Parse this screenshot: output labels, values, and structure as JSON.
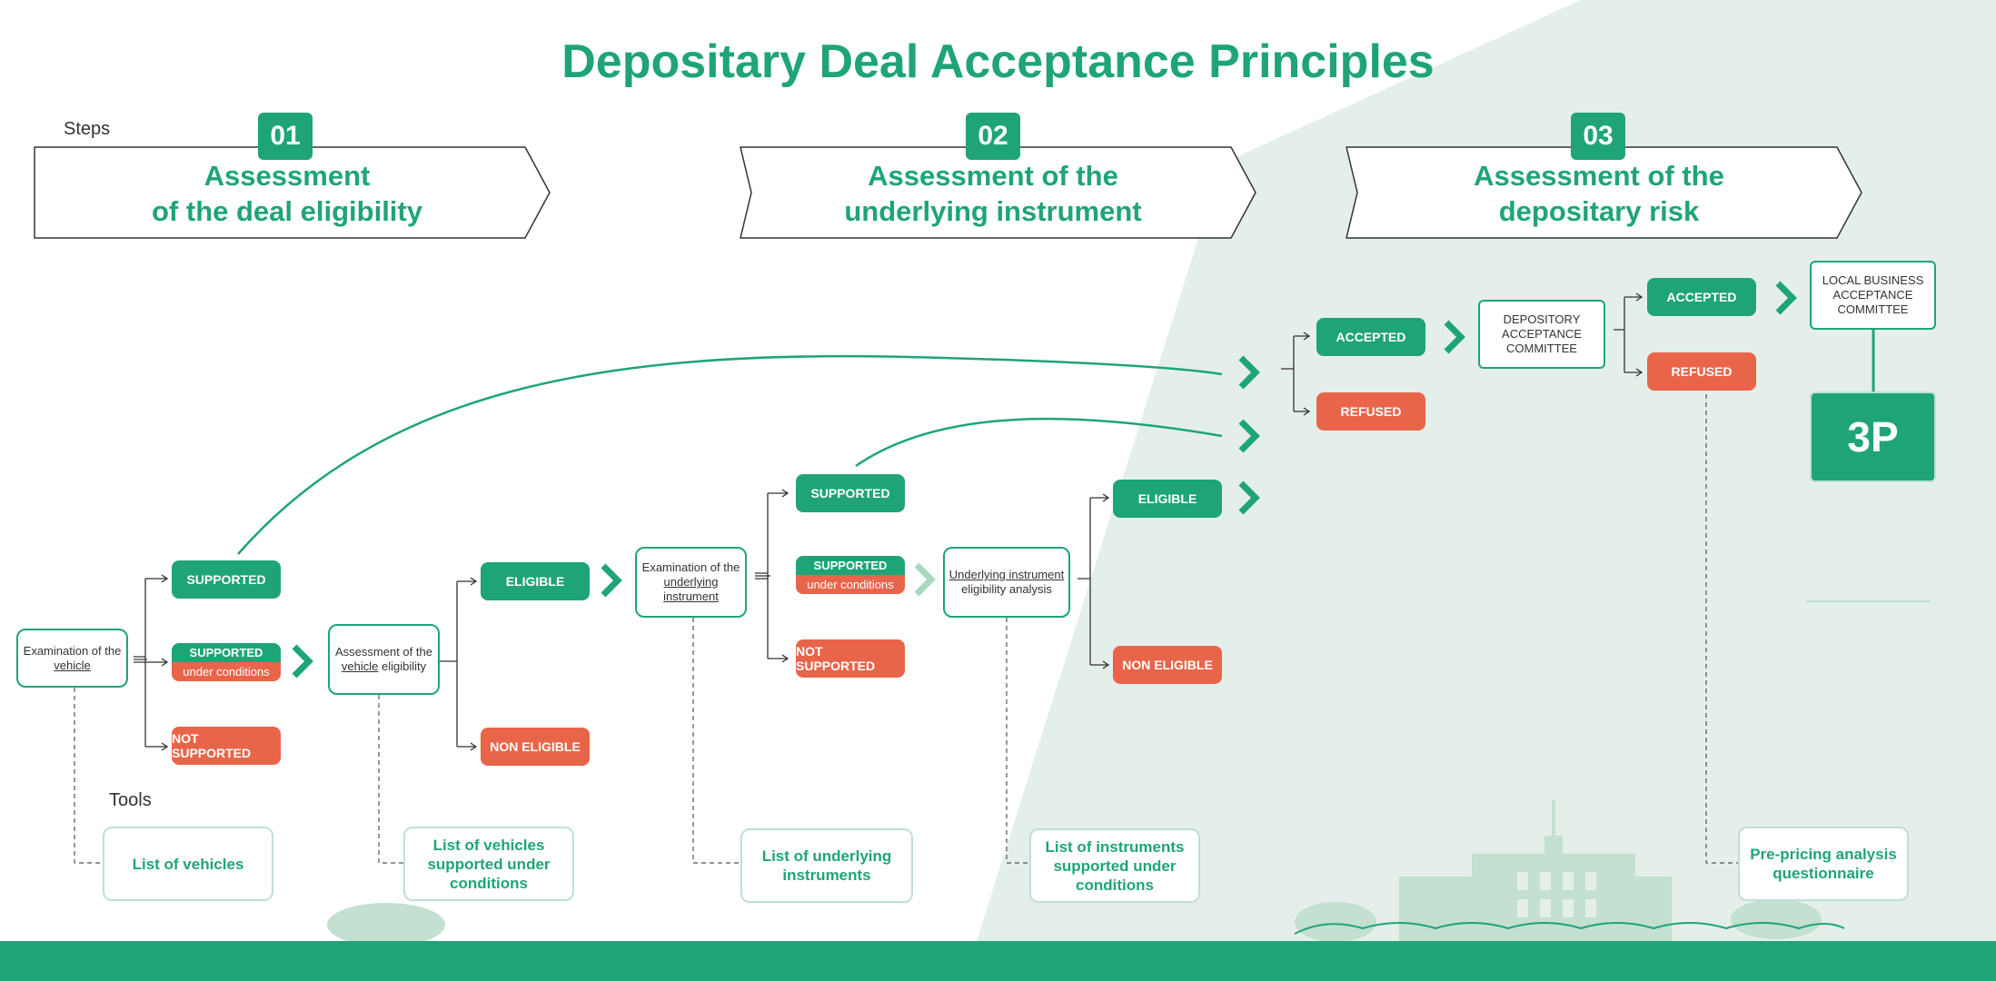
{
  "title": "Depositary Deal Acceptance Principles",
  "labels": {
    "steps": "Steps",
    "tools": "Tools"
  },
  "steps": [
    {
      "num": "01",
      "title": "Assessment\nof the deal eligibility"
    },
    {
      "num": "02",
      "title": "Assessment of the\nunderlying instrument"
    },
    {
      "num": "03",
      "title": "Assessment of the\ndepositary risk"
    }
  ],
  "boxes": {
    "exam_vehicle": {
      "pre": "Examination of the ",
      "link": "vehicle"
    },
    "assess_vehicle": {
      "pre": "Assessment of the ",
      "link": "vehicle",
      "post": " eligibility"
    },
    "exam_instrument": {
      "pre": "Examination of the ",
      "link": "underlying instrument"
    },
    "instrument_analysis": {
      "link": "Underlying instrument",
      "post": " eligibility analysis"
    },
    "depository_committee": "DEPOSITORY\nACCEPTANCE\nCOMMITTEE",
    "local_committee": "LOCAL BUSINESS\nACCEPTANCE\nCOMMITTEE",
    "big_3p": "3P"
  },
  "outcomes": {
    "s1_supported": "SUPPORTED",
    "s1_supported_cond_top": "SUPPORTED",
    "s1_supported_cond_bottom": "under conditions",
    "s1_not_supported": "NOT SUPPORTED",
    "s1_eligible": "ELIGIBLE",
    "s1_non_eligible": "NON ELIGIBLE",
    "s2_supported": "SUPPORTED",
    "s2_supported_cond_top": "SUPPORTED",
    "s2_supported_cond_bottom": "under conditions",
    "s2_not_supported": "NOT SUPPORTED",
    "s2_eligible": "ELIGIBLE",
    "s2_non_eligible": "NON ELIGIBLE",
    "s3_accepted": "ACCEPTED",
    "s3_refused": "REFUSED",
    "s3_accepted_2": "ACCEPTED",
    "s3_refused_2": "REFUSED"
  },
  "tools": [
    "List of vehicles",
    "List of vehicles\nsupported under\nconditions",
    "List of underlying\ninstruments",
    "List of instruments\nsupported under\nconditions",
    "Pre-pricing analysis\nquestionnaire"
  ],
  "colors": {
    "green": "#1fa478",
    "red": "#e8654a",
    "light_green": "#e4efe9",
    "pale_green": "#bfe0d2"
  }
}
